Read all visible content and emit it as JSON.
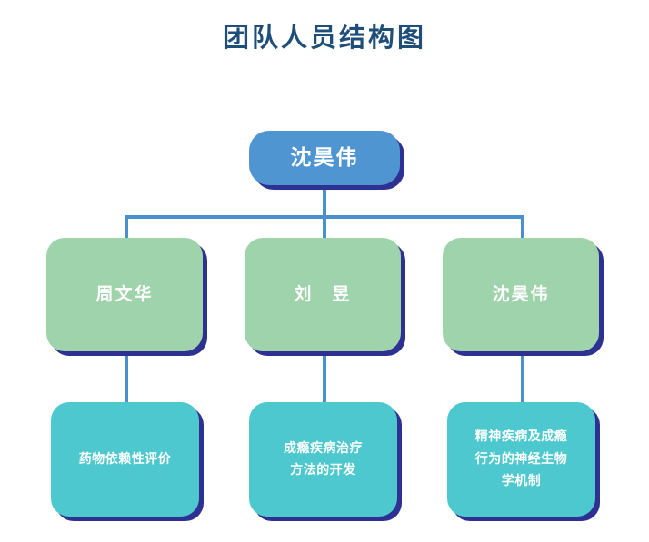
{
  "title": "团队人员结构图",
  "colors": {
    "title_text": "#1f4e79",
    "root_fill": "#4e95d2",
    "level2_fill": "#9fd3ac",
    "level3_fill": "#4dc8cf",
    "shadow": "#2e3192",
    "connector": "#4a90cd",
    "node_text": "#ffffff",
    "background": "#ffffff"
  },
  "chart_data": {
    "type": "diagram",
    "diagram_kind": "organization-chart",
    "title": "团队人员结构图",
    "levels": 3,
    "root": {
      "id": "root",
      "label": "沈昊伟",
      "level": 1
    },
    "nodes": [
      {
        "id": "member-1",
        "label": "周文华",
        "level": 2,
        "parent": "root",
        "column": 1
      },
      {
        "id": "member-2",
        "label": "刘　昱",
        "level": 2,
        "parent": "root",
        "column": 2
      },
      {
        "id": "member-3",
        "label": "沈昊伟",
        "level": 2,
        "parent": "root",
        "column": 3
      },
      {
        "id": "topic-1",
        "label": "药物依赖性评价",
        "level": 3,
        "parent": "member-1",
        "column": 1
      },
      {
        "id": "topic-2",
        "label": "成瘾疾病治疗\n方法的开发",
        "level": 3,
        "parent": "member-2",
        "column": 2
      },
      {
        "id": "topic-3",
        "label": "精神疾病及成瘾\n行为的神经生物\n学机制",
        "level": 3,
        "parent": "member-3",
        "column": 3
      }
    ]
  }
}
